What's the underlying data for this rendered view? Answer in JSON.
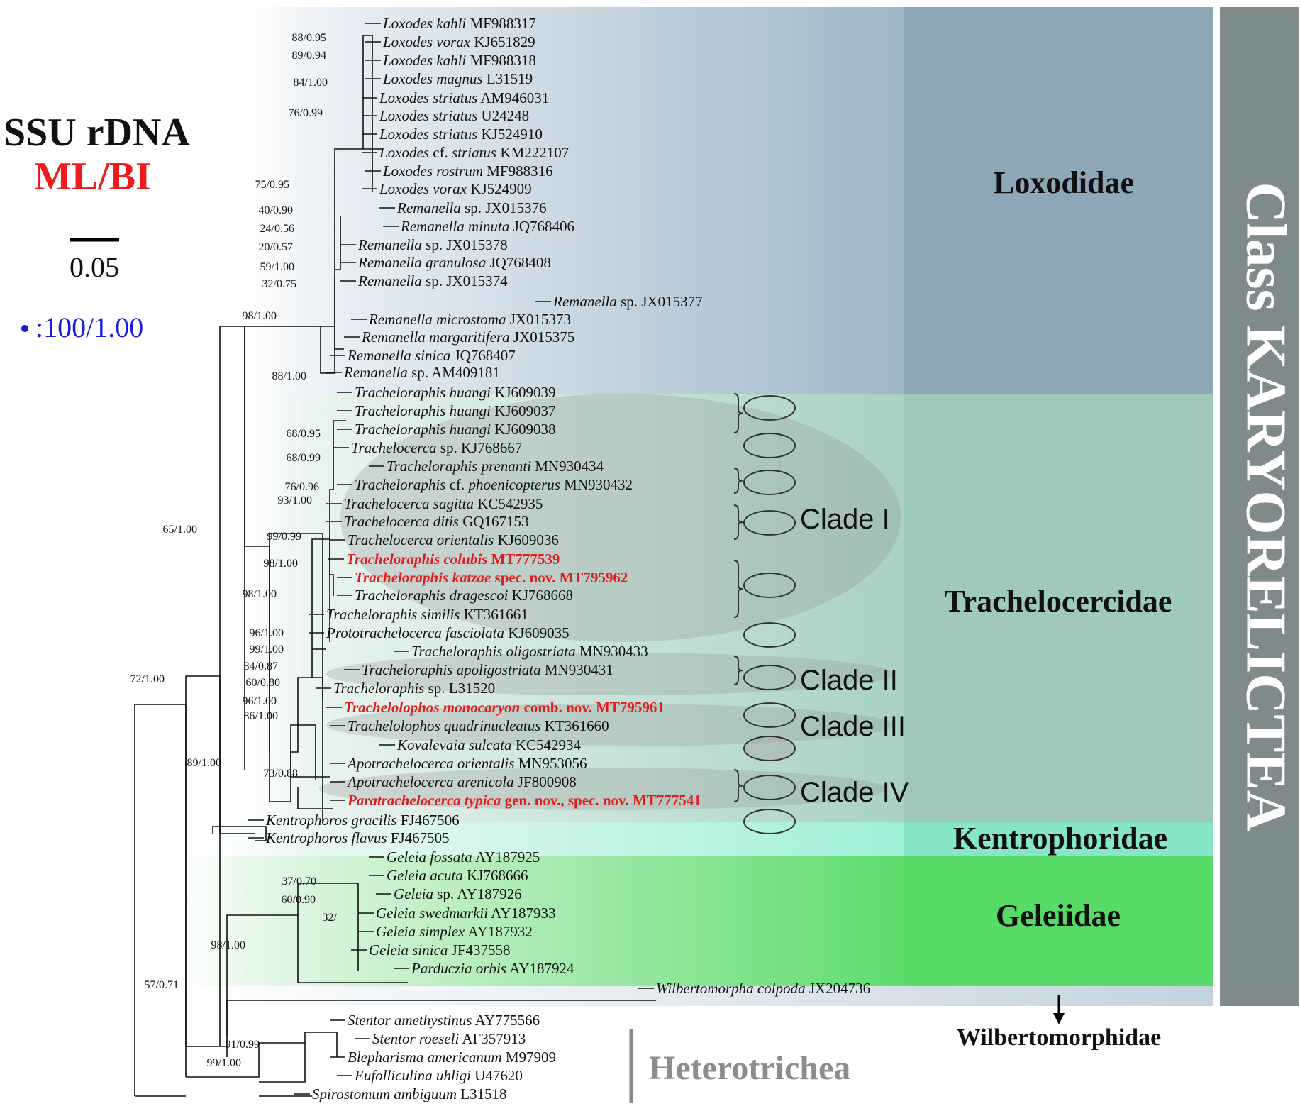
{
  "legend": {
    "title": "SSU rDNA",
    "method": "ML/BI",
    "scale_value": "0.05",
    "dot_note": ":100/1.00",
    "colors": {
      "title": "#111111",
      "method": "#ee1c1c",
      "dot": "#1a1adc"
    }
  },
  "class_label": "Class KARYORELICTEA",
  "outgroup_label": "Heterotrichea",
  "families": [
    {
      "name": "Loxodidae",
      "color": "#8fa8b8"
    },
    {
      "name": "Trachelocercidae",
      "color": "#a9cfc0"
    },
    {
      "name": "Kentrophoridae",
      "color": "#8fe3c9"
    },
    {
      "name": "Geleiidae",
      "color": "#5fdd6e"
    },
    {
      "name": "Wilbertomorphidae",
      "color": "#c9d8e0"
    }
  ],
  "clades": [
    "Clade I",
    "Clade II",
    "Clade III",
    "Clade IV"
  ],
  "taxa": [
    {
      "genus": "Loxodes kahli",
      "rest": "MF988317",
      "red": false
    },
    {
      "genus": "Loxodes vorax",
      "rest": "KJ651829",
      "red": false
    },
    {
      "genus": "Loxodes kahli",
      "rest": "MF988318",
      "red": false
    },
    {
      "genus": "Loxodes magnus",
      "rest": "L31519",
      "red": false
    },
    {
      "genus": "Loxodes striatus",
      "rest": "AM946031",
      "red": false
    },
    {
      "genus": "Loxodes striatus",
      "rest": "U24248",
      "red": false
    },
    {
      "genus": "Loxodes striatus",
      "rest": "KJ524910",
      "red": false
    },
    {
      "genus": "Loxodes",
      "rest": "cf.",
      "genus2": "striatus",
      "rest2": "KM222107",
      "red": false
    },
    {
      "genus": "Loxodes rostrum",
      "rest": "MF988316",
      "red": false
    },
    {
      "genus": "Loxodes vorax",
      "rest": "KJ524909",
      "red": false
    },
    {
      "genus": "Remanella",
      "rest": "sp. JX015376",
      "red": false
    },
    {
      "genus": "Remanella minuta",
      "rest": "JQ768406",
      "red": false
    },
    {
      "genus": "Remanella",
      "rest": "sp. JX015378",
      "red": false
    },
    {
      "genus": "Remanella granulosa",
      "rest": "JQ768408",
      "red": false
    },
    {
      "genus": "Remanella",
      "rest": "sp. JX015374",
      "red": false
    },
    {
      "genus": "Remanella",
      "rest": "sp. JX015377",
      "red": false
    },
    {
      "genus": "Remanella microstoma",
      "rest": "JX015373",
      "red": false
    },
    {
      "genus": "Remanella margaritifera",
      "rest": "JX015375",
      "red": false
    },
    {
      "genus": "Remanella sinica",
      "rest": "JQ768407",
      "red": false
    },
    {
      "genus": "Remanella",
      "rest": "sp. AM409181",
      "red": false
    },
    {
      "genus": "Tracheloraphis huangi",
      "rest": "KJ609039",
      "red": false
    },
    {
      "genus": "Tracheloraphis huangi",
      "rest": "KJ609037",
      "red": false
    },
    {
      "genus": "Tracheloraphis huangi",
      "rest": "KJ609038",
      "red": false
    },
    {
      "genus": "Trachelocerca",
      "rest": "sp. KJ768667",
      "red": false
    },
    {
      "genus": "Tracheloraphis prenanti",
      "rest": "MN930434",
      "red": false
    },
    {
      "genus": "Tracheloraphis",
      "rest": "cf.",
      "genus2": "phoenicopterus",
      "rest2": "MN930432",
      "red": false
    },
    {
      "genus": "Trachelocerca sagitta",
      "rest": "KC542935",
      "red": false
    },
    {
      "genus": "Trachelocerca ditis",
      "rest": "GQ167153",
      "red": false
    },
    {
      "genus": "Trachelocerca orientalis",
      "rest": "KJ609036",
      "red": false
    },
    {
      "genus": "Tracheloraphis colubis",
      "rest": "MT777539",
      "red": true
    },
    {
      "genus": "Tracheloraphis katzae",
      "rest": "spec. nov. MT795962",
      "red": true
    },
    {
      "genus": "Tracheloraphis dragescoi",
      "rest": "KJ768668",
      "red": false
    },
    {
      "genus": "Tracheloraphis similis",
      "rest": "KT361661",
      "red": false
    },
    {
      "genus": "Prototrachelocerca fasciolata",
      "rest": "KJ609035",
      "red": false
    },
    {
      "genus": "Tracheloraphis oligostriata",
      "rest": "MN930433",
      "red": false
    },
    {
      "genus": "Tracheloraphis apoligostriata",
      "rest": "MN930431",
      "red": false
    },
    {
      "genus": "Tracheloraphis",
      "rest": "sp. L31520",
      "red": false
    },
    {
      "genus": "Trachelolophos monocaryon",
      "rest": "comb. nov. MT795961",
      "red": true
    },
    {
      "genus": "Trachelolophos quadrinucleatus",
      "rest": "KT361660",
      "red": false
    },
    {
      "genus": "Kovalevaia sulcata",
      "rest": "KC542934",
      "red": false
    },
    {
      "genus": "Apotrachelocerca orientalis",
      "rest": "MN953056",
      "red": false
    },
    {
      "genus": "Apotrachelocerca arenicola",
      "rest": "JF800908",
      "red": false
    },
    {
      "genus": "Paratrachelocerca typica",
      "rest": "gen. nov., spec. nov. MT777541",
      "red": true
    },
    {
      "genus": "Kentrophoros gracilis",
      "rest": "FJ467506",
      "red": false
    },
    {
      "genus": "Kentrophoros flavus",
      "rest": "FJ467505",
      "red": false
    },
    {
      "genus": "Geleia fossata",
      "rest": "AY187925",
      "red": false
    },
    {
      "genus": "Geleia acuta",
      "rest": "KJ768666",
      "red": false
    },
    {
      "genus": "Geleia",
      "rest": "sp. AY187926",
      "red": false
    },
    {
      "genus": "Geleia swedmarkii",
      "rest": "AY187933",
      "red": false
    },
    {
      "genus": "Geleia simplex",
      "rest": "AY187932",
      "red": false
    },
    {
      "genus": "Geleia sinica",
      "rest": "JF437558",
      "red": false
    },
    {
      "genus": "Parduczia orbis",
      "rest": "AY187924",
      "red": false
    },
    {
      "genus": "Wilbertomorpha colpoda",
      "rest": "JX204736",
      "red": false
    },
    {
      "genus": "Stentor amethystinus",
      "rest": "AY775566",
      "red": false
    },
    {
      "genus": "Stentor roeseli",
      "rest": "AF357913",
      "red": false
    },
    {
      "genus": "Blepharisma americanum",
      "rest": "M97909",
      "red": false
    },
    {
      "genus": "Eufolliculina uhligi",
      "rest": "U47620",
      "red": false
    },
    {
      "genus": "Spirostomum ambiguum",
      "rest": "L31518",
      "red": false
    }
  ],
  "support": [
    "88/0.95",
    "89/0.94",
    "84/1.00",
    "76/0.99",
    "75/0.95",
    "40/0.90",
    "24/0.56",
    "20/0.57",
    "59/1.00",
    "32/0.75",
    "98/1.00",
    "88/1.00",
    "68/0.95",
    "68/0.99",
    "76/0.96",
    "93/1.00",
    "99/0.99",
    "98/1.00",
    "98/1.00",
    "96/1.00",
    "99/1.00",
    "84/0.87",
    "60/0.80",
    "96/1.00",
    "86/1.00",
    "65/1.00",
    "72/1.00",
    "89/1.00",
    "73/0.88",
    "37/0.70",
    "60/0.90",
    "32/",
    "98/1.00",
    "57/0.71",
    "91/0.99",
    "99/1.00"
  ]
}
